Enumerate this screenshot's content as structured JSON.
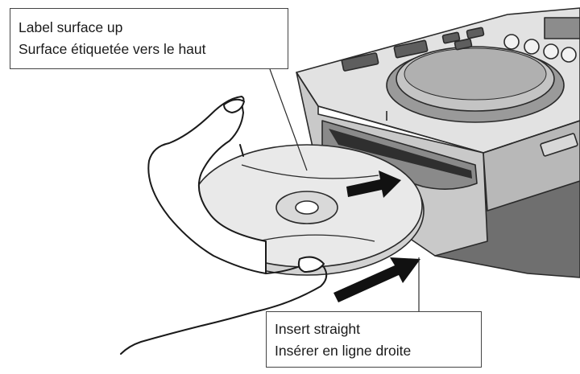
{
  "callouts": {
    "label_surface": {
      "line_en": "Label surface up",
      "line_fr": "Surface étiquetée vers le haut"
    },
    "insert_straight": {
      "line_en": "Insert straight",
      "line_fr": "Insérer en ligne droite"
    }
  },
  "colors": {
    "outline": "#2a2a2a",
    "device_light": "#d9d9d9",
    "device_mid": "#b3b3b3",
    "device_dark": "#6f6f6f",
    "disc_face": "#e6e6e6",
    "arrow": "#111111"
  }
}
